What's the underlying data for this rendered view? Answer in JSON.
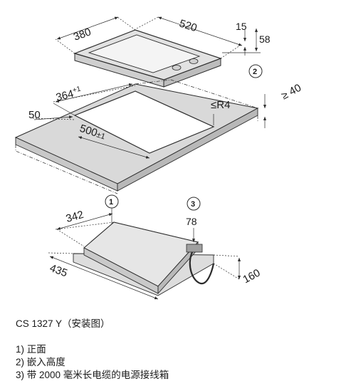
{
  "caption": {
    "title": "CS 1327 Y（安装图）",
    "notes": [
      "1) 正面",
      "2) 嵌入高度",
      "3) 带 2000 毫米长电缆的电源接线箱"
    ]
  },
  "dimensions": {
    "hob_depth": "380",
    "hob_width": "520",
    "hob_top_thickness": "15",
    "hob_total_height": "58",
    "cutout_depth": "364",
    "cutout_depth_tol": "+1",
    "front_offset": "50",
    "cutout_width": "500",
    "cutout_width_tol": "±1",
    "corner_radius": "≤R4",
    "worktop_thickness": "≥ 40",
    "under_depth": "342",
    "under_width": "435",
    "box_clearance": "78",
    "box_depth": "160"
  },
  "callouts": {
    "front": "1",
    "install_height": "2",
    "junction_box": "3"
  },
  "colors": {
    "line": "#2b2b2b",
    "worktop_fill": "#d9d9d9",
    "hob_fill": "#e2e2e2",
    "glass_fill": "#f4f4f4"
  }
}
